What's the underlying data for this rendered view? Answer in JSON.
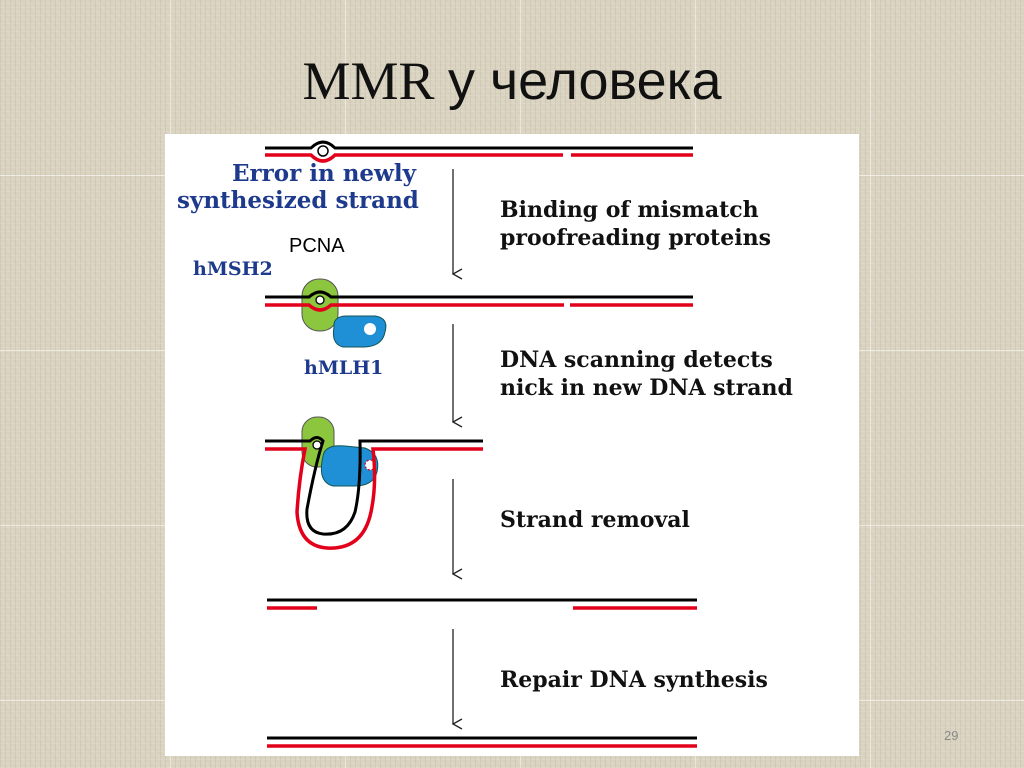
{
  "slide": {
    "title_latin": "MMR",
    "title_cyrillic": "у человека",
    "slide_number": "29"
  },
  "diagram": {
    "label_error": [
      "Error in newly",
      "synthesized strand"
    ],
    "label_pcna": "PCNA",
    "label_hmsh2": "hMSH2",
    "label_hmlh1": "hMLH1",
    "step1": [
      "Binding of mismatch",
      "proofreading proteins"
    ],
    "step2": [
      "DNA scanning detects",
      "nick in new DNA strand"
    ],
    "step3": "Strand removal",
    "step4": "Repair DNA synthesis"
  },
  "colors": {
    "template_strand": "#000000",
    "new_strand": "#e3001b",
    "hmsh2": "#8cc63f",
    "hmlh1": "#1f8fd6",
    "label_blue": "#1e3a8c"
  }
}
